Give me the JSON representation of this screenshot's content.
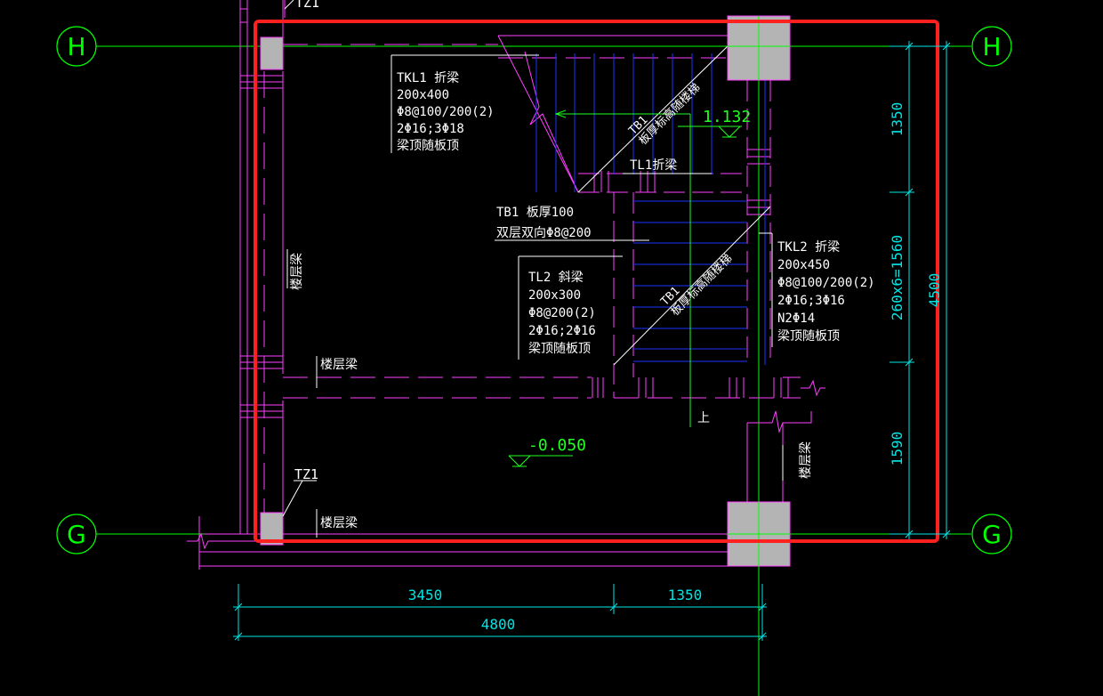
{
  "colors": {
    "background": "#000000",
    "axis_green": "#00ff00",
    "dim_cyan": "#00e6e6",
    "beam_magenta": "#ff40ff",
    "stair_blue": "#1a33ff",
    "text_white": "#ffffff",
    "column_gray": "#b4b4b4",
    "highlight_red": "#ff2020",
    "elevation_green": "#20ff20"
  },
  "axis": {
    "h_label": "H",
    "g_label": "G"
  },
  "column_label": "TZ1",
  "tkl1": {
    "name": "TKL1 折梁",
    "size": "200x400",
    "stirrup": "Φ8@100/200(2)",
    "rebar": "2Φ16;3Φ18",
    "note": "梁顶随板顶"
  },
  "tkl2": {
    "name": "TKL2 折梁",
    "size": "200x450",
    "stirrup": "Φ8@100/200(2)",
    "rebar": "2Φ16;3Φ16",
    "waist": "N2Φ14",
    "note": "梁顶随板顶"
  },
  "tb1": {
    "name": "TB1 板厚100",
    "rebar": "双层双向Φ8@200"
  },
  "tl2": {
    "name": "TL2 斜梁",
    "size": "200x300",
    "stirrup": "Φ8@200(2)",
    "rebar": "2Φ16;2Φ16",
    "note": "梁顶随板顶"
  },
  "tl1_label": "TL1折梁",
  "tb1_diag_top": "TB1",
  "tb1_diag_top_sub": "板厚标高随楼梯",
  "tb1_diag_bottom": "TB1",
  "tb1_diag_bottom_sub": "板厚标高随楼梯",
  "floor_beam": "楼层梁",
  "up_mark": "上",
  "elevations": {
    "upper": "1.132",
    "lower": "-0.050"
  },
  "dimensions": {
    "bottom_left": "3450",
    "bottom_right": "1350",
    "bottom_total": "4800",
    "right_top": "1350",
    "right_middle": "260x6=1560",
    "right_bottom": "1590",
    "right_total": "4500"
  }
}
